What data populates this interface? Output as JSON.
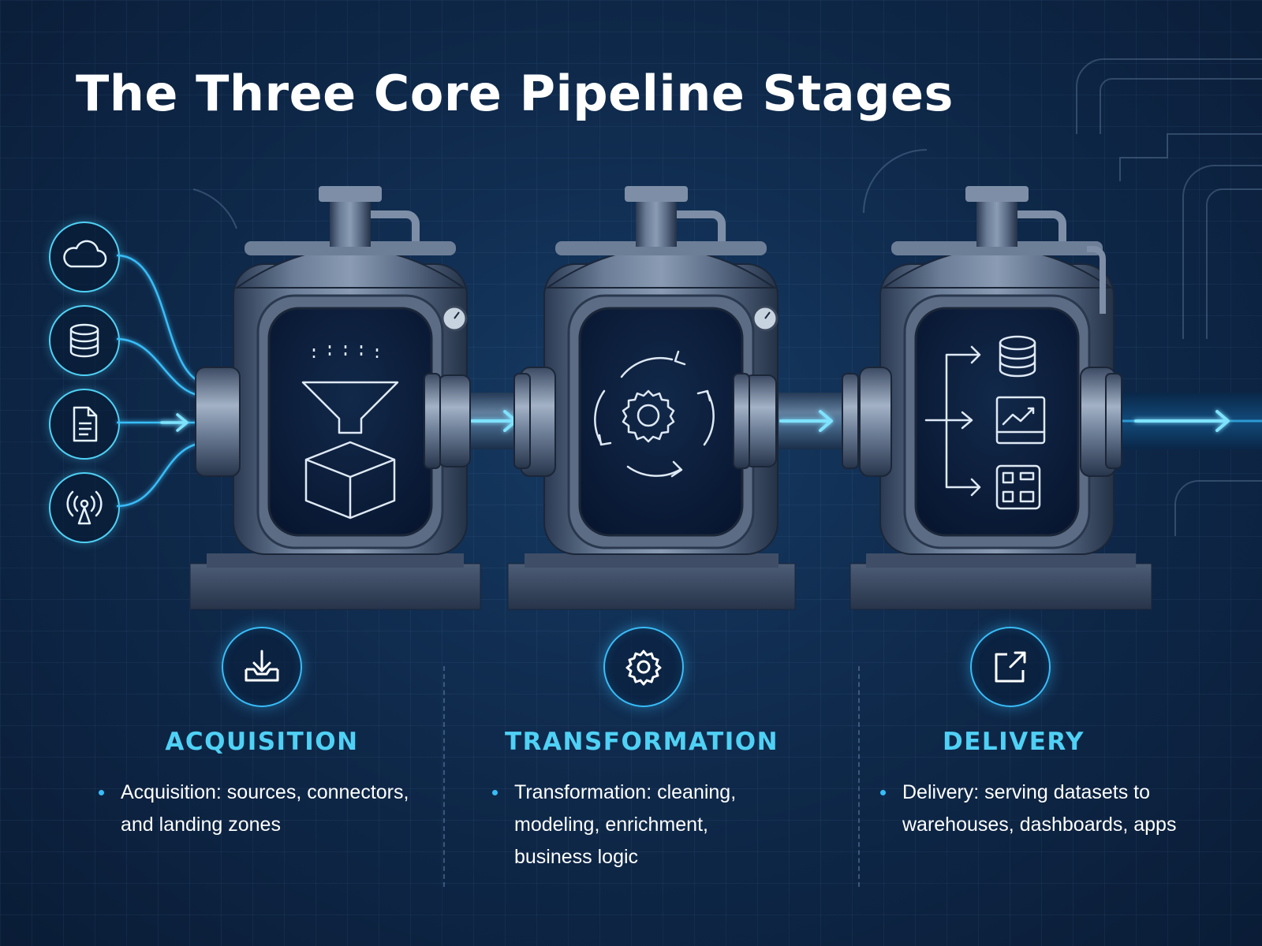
{
  "title": "The Three Core Pipeline Stages",
  "colors": {
    "accent": "#38bdf8",
    "title_text": "#ffffff",
    "stage_title": "#4fd1f5",
    "background": "#0f2a4c"
  },
  "sources": [
    {
      "icon": "cloud-icon"
    },
    {
      "icon": "database-icon"
    },
    {
      "icon": "document-icon"
    },
    {
      "icon": "broadcast-tower-icon"
    }
  ],
  "stages": [
    {
      "title": "ACQUISITION",
      "icon": "download-tray-icon",
      "tank_icon": "funnel-into-box-icon",
      "bullet": "Acquisition: sources, connectors, and landing zones"
    },
    {
      "title": "TRANSFORMATION",
      "icon": "gear-icon",
      "tank_icon": "gear-cycle-icon",
      "bullet": "Transformation: cleaning, modeling, enrichment, business logic"
    },
    {
      "title": "DELIVERY",
      "icon": "external-link-icon",
      "tank_icon": "distribute-outputs-icon",
      "bullet": "Delivery: serving datasets to warehouses, dashboards, apps"
    }
  ]
}
